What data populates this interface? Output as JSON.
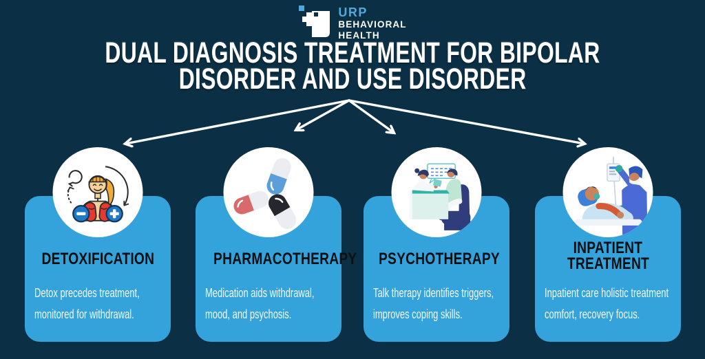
{
  "logo": {
    "line1": "URP",
    "line2": "BEHAVIORAL",
    "line3": "HEALTH"
  },
  "title": {
    "line1": "DUAL DIAGNOSIS TREATMENT FOR BIPOLAR",
    "line2": "DISORDER AND USE DISORDER"
  },
  "cards": [
    {
      "heading_lines": [
        "DETOXIFICATION"
      ],
      "body_lines": [
        "Detox precedes treatment,",
        "monitored for withdrawal."
      ],
      "icon": "detox-woman-lungs-illustration"
    },
    {
      "heading_lines": [
        "PHARMACOTHERAPY"
      ],
      "body_lines": [
        "Medication aids withdrawal,",
        "mood, and psychosis."
      ],
      "icon": "pill-capsules-illustration"
    },
    {
      "heading_lines": [
        "PSYCHOTHERAPY"
      ],
      "body_lines": [
        "Talk therapy identifies triggers,",
        "improves coping skills."
      ],
      "icon": "therapy-session-illustration"
    },
    {
      "heading_lines": [
        "INPATIENT",
        "TREATMENT"
      ],
      "body_lines": [
        "Inpatient care holistic treatment",
        "comfort, recovery focus."
      ],
      "icon": "inpatient-care-iv-illustration"
    }
  ],
  "colors": {
    "background": "#0B3045",
    "card_blue": "#35A3DB",
    "logo_blue": "#4FA9DD",
    "heading_text": "#0D1013",
    "body_text": "#F2FAFF",
    "arrow": "#FFFFFF"
  }
}
